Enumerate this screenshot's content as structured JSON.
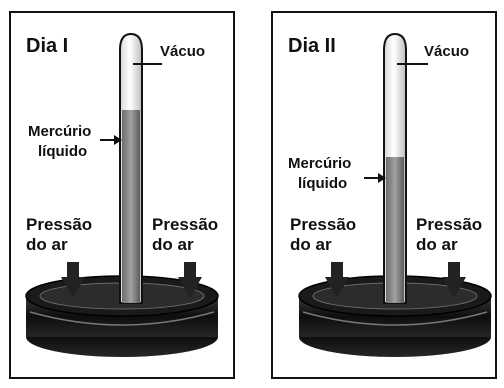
{
  "panels": [
    {
      "day_label": "Dia I",
      "vacuum_label": "Vácuo",
      "mercury_label_line1": "Mercúrio",
      "mercury_label_line2": "líquido",
      "pressure_left_line1": "Pressão",
      "pressure_left_line2": "do ar",
      "pressure_right_line1": "Pressão",
      "pressure_right_line2": "do ar",
      "mercury_column_fraction": 0.74
    },
    {
      "day_label": "Dia II",
      "vacuum_label": "Vácuo",
      "mercury_label_line1": "Mercúrio",
      "mercury_label_line2": "líquido",
      "pressure_left_line1": "Pressão",
      "pressure_left_line2": "do ar",
      "pressure_right_line1": "Pressão",
      "pressure_right_line2": "do ar",
      "mercury_column_fraction": 0.56
    }
  ],
  "colors": {
    "mercury": "#8a8a8a",
    "tube": "#f4f4f4",
    "dish_dark": "#1b1b1b",
    "arrow": "#222222"
  }
}
